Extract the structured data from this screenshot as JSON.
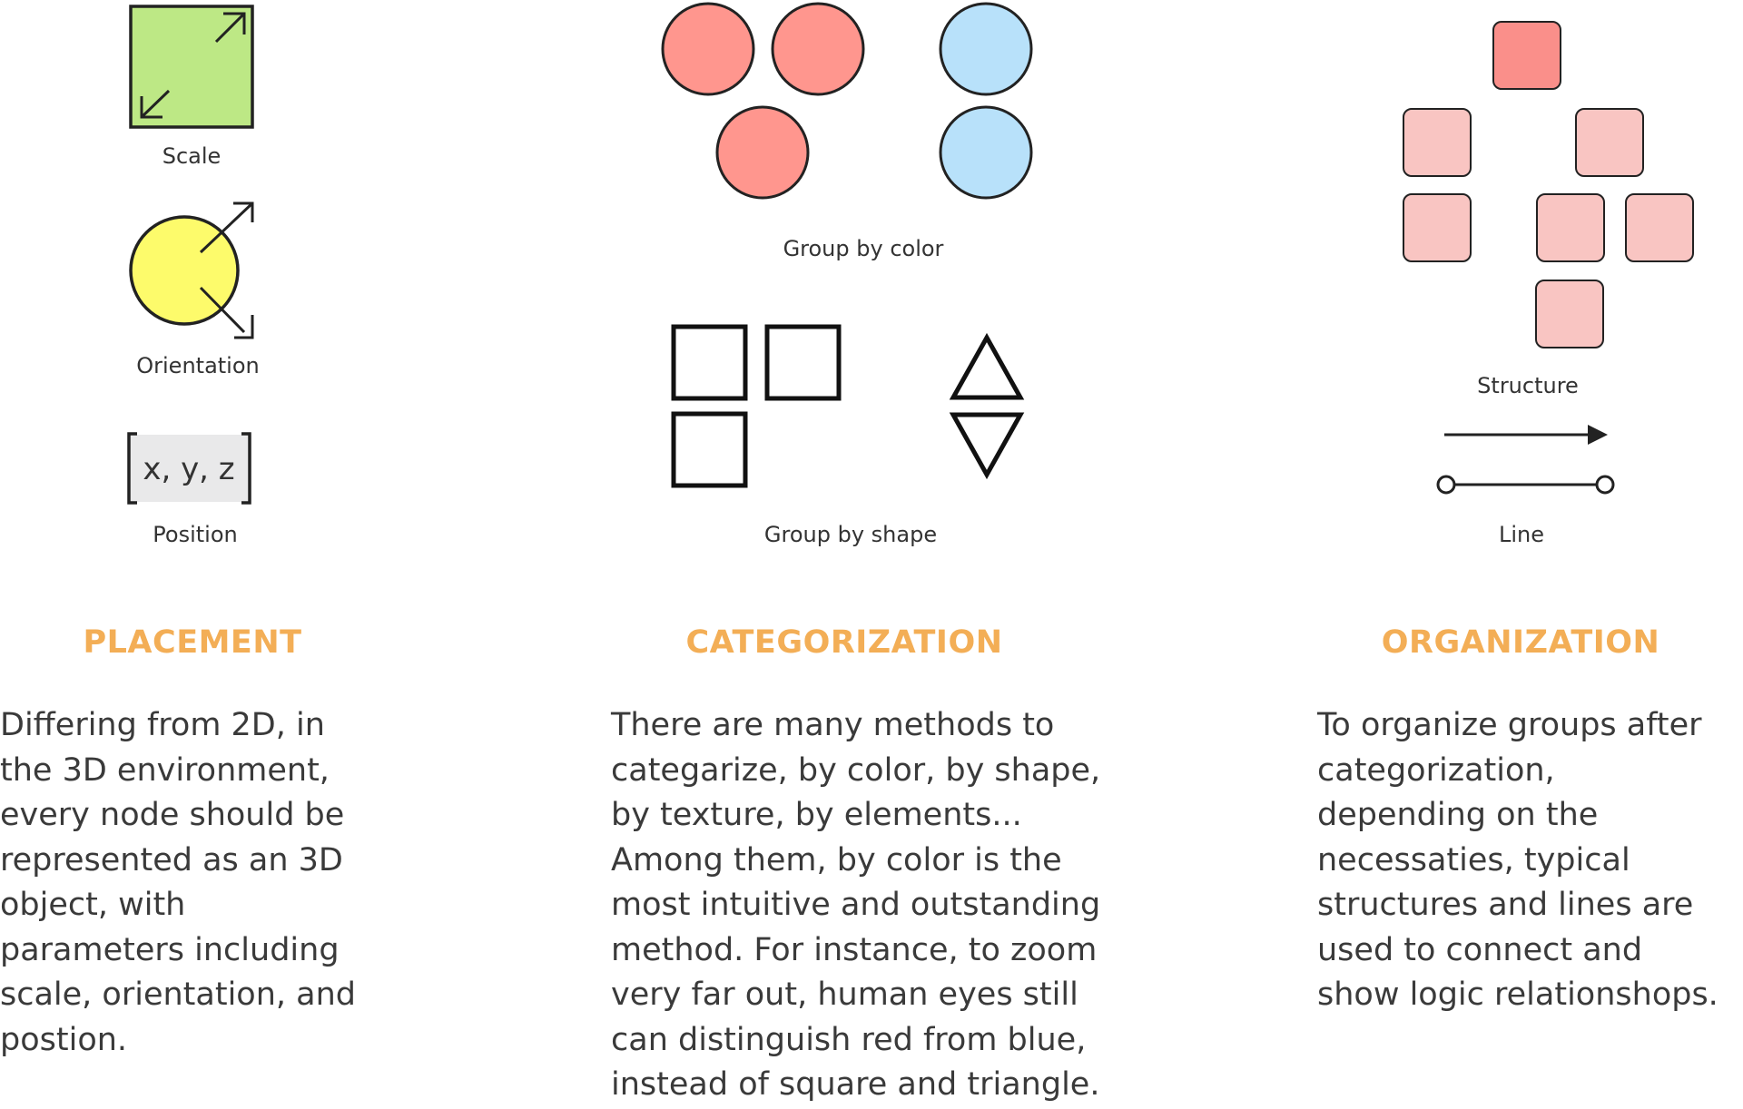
{
  "colors": {
    "accent": "#F3AE56",
    "scale_fill": "#BDE885",
    "orientation_fill": "#FDFB6B",
    "position_fill": "#E9E9EA",
    "red": "#FF968E",
    "blue": "#B8E1FA",
    "structure_top": "#FA8F8A",
    "structure_node": "#F9C5C2",
    "stroke": "#222222"
  },
  "icons": {
    "scale": "scale-arrows-icon",
    "orientation": "rotation-arrows-icon",
    "position": "coordinates-bracket-icon",
    "arrow_line": "arrow-line-icon",
    "connector_line": "connector-line-icon"
  },
  "placement": {
    "scale_label": "Scale",
    "orientation_label": "Orientation",
    "position_text": "x, y, z",
    "position_label": "Position",
    "heading": "PLACEMENT",
    "lines": [
      "Differing from 2D, in",
      "the 3D environment,",
      "every node should be",
      "represented as an 3D",
      "object, with",
      "parameters including",
      "scale, orientation, and",
      "postion."
    ]
  },
  "categorization": {
    "color_label": "Group by color",
    "shape_label": "Group by shape",
    "heading": "CATEGORIZATION",
    "lines": [
      "There are many methods to",
      "categarize, by color, by shape,",
      "by texture, by elements...",
      "Among them, by color is the",
      "most intuitive and outstanding",
      "method. For instance, to zoom",
      "very far out, human eyes still",
      "can distinguish red from blue,",
      "instead of square and triangle."
    ]
  },
  "organization": {
    "structure_label": "Structure",
    "line_label": "Line",
    "heading": "ORGANIZATION",
    "lines": [
      "To organize  groups after",
      "categorization,",
      "depending on the",
      "necessaties, typical",
      "structures and lines are",
      "used to connect and",
      "show logic relationshops."
    ]
  }
}
